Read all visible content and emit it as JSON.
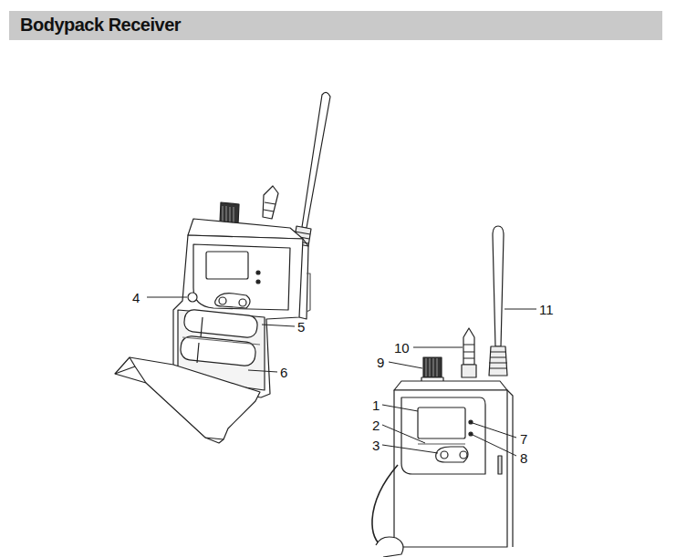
{
  "diagram": {
    "title": "Bodypack Receiver",
    "labels": [
      "4",
      "5",
      "6",
      "10",
      "9",
      "11",
      "1",
      "2",
      "3",
      "7",
      "8"
    ]
  }
}
